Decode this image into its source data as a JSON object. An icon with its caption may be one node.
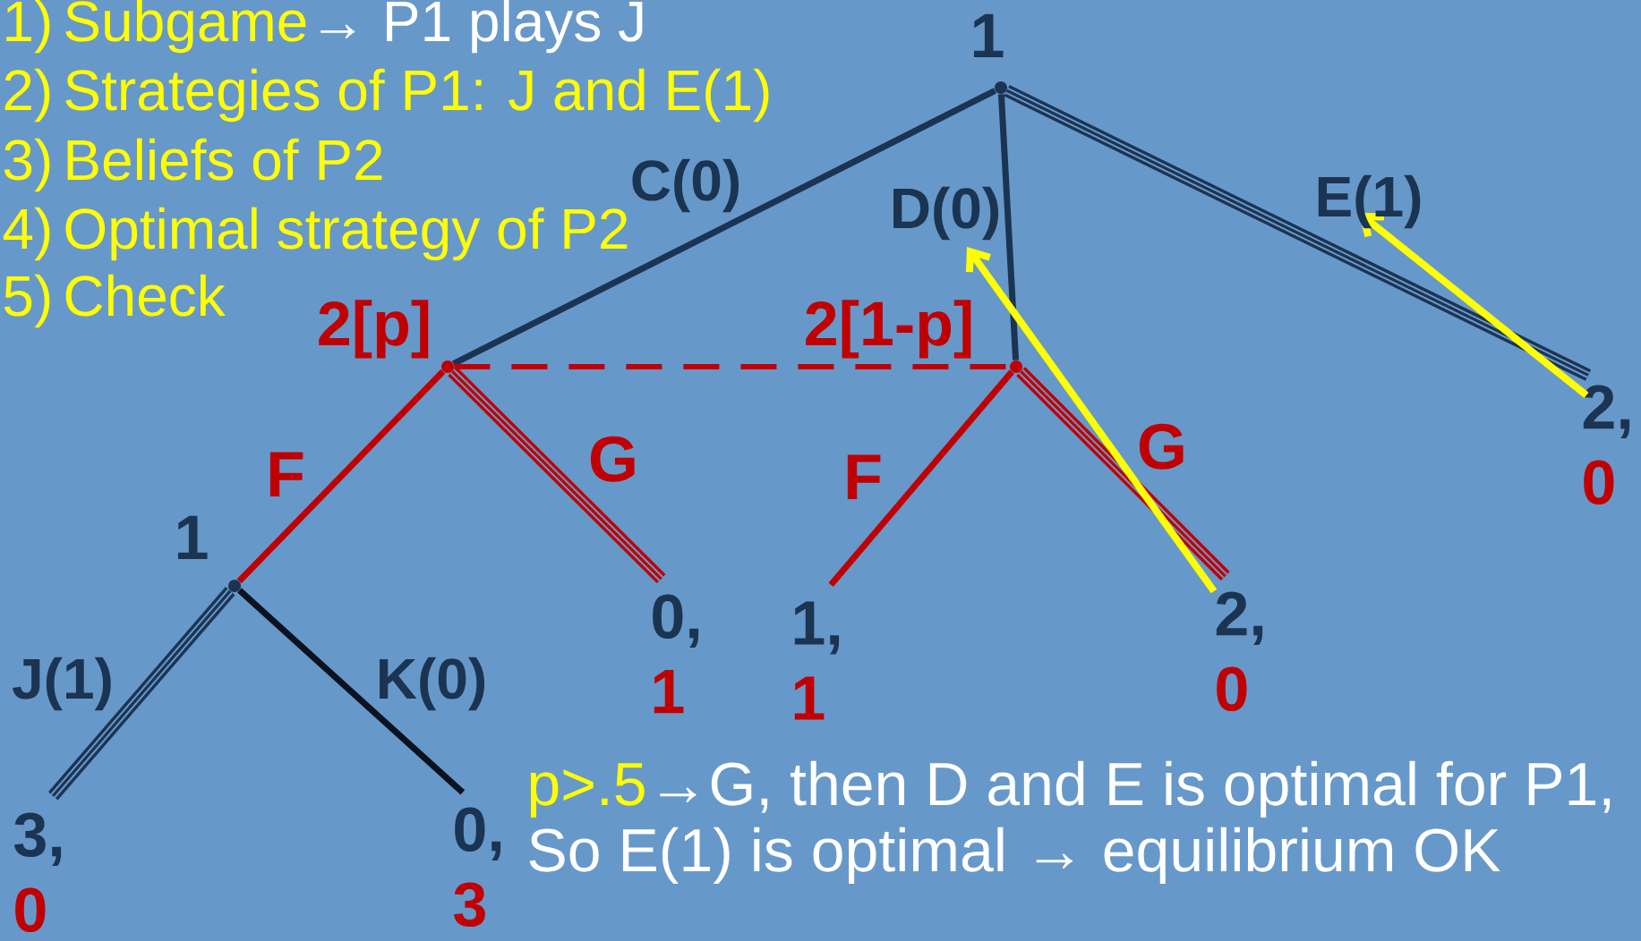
{
  "diagram": {
    "nodes": [
      {
        "text": [
          "1"
        ]
      },
      {
        "text": [
          "2[p]"
        ]
      },
      {
        "text": [
          "2[1-p]"
        ]
      },
      {
        "text": [
          "1"
        ]
      },
      {
        "text": [
          "3,",
          "0"
        ]
      },
      {
        "text": [
          "0,",
          "3"
        ]
      },
      {
        "text": [
          "0,",
          "1"
        ]
      },
      {
        "text": [
          "1,",
          "1"
        ]
      },
      {
        "text": [
          "2,",
          "0"
        ]
      },
      {
        "text": [
          "2,",
          "0"
        ]
      }
    ],
    "edges": [
      {
        "from": 0,
        "to": 1,
        "arrow": "none",
        "label": "C(0)",
        "color": "#1b3452"
      },
      {
        "from": 0,
        "to": 2,
        "arrow": "none",
        "label": "D(0)",
        "color": "#1b3452"
      },
      {
        "from": 0,
        "to": 9,
        "arrow": "none",
        "label": "E(1)",
        "style": "thick",
        "color": "#1b3452"
      },
      {
        "from": 1,
        "to": 3,
        "arrow": "none",
        "label": "F"
      },
      {
        "from": 1,
        "to": 6,
        "arrow": "none",
        "label": "G",
        "style": "thick"
      },
      {
        "from": 2,
        "to": 7,
        "arrow": "none",
        "label": "F"
      },
      {
        "from": 2,
        "to": 8,
        "arrow": "none",
        "label": "G",
        "style": "thick"
      },
      {
        "from": 3,
        "to": 4,
        "arrow": "none",
        "label": "J(1)",
        "style": "thick",
        "color": "#1b3452"
      },
      {
        "from": 3,
        "to": 5,
        "arrow": "none",
        "label": "K(0)",
        "color": "#0b1220"
      },
      {
        "from": 1,
        "to": 2,
        "arrow": "none",
        "style": "dashed"
      },
      {
        "from": 8,
        "to": null,
        "arrow": "to",
        "color": "#ffff00"
      },
      {
        "from": 9,
        "to": null,
        "arrow": "to",
        "color": "#ffff00"
      }
    ],
    "labels": [
      "1)",
      "Subgame",
      "→ P1 plays J",
      "2)",
      "Strategies of P1: J and E(1)",
      "3)",
      "Beliefs of P2",
      "4)",
      "Optimal strategy of P2",
      "5)",
      "Check",
      "p>.5",
      "→G, then D and E is optimal for P1,",
      "So E(1) is optimal → equilibrium OK"
    ]
  }
}
